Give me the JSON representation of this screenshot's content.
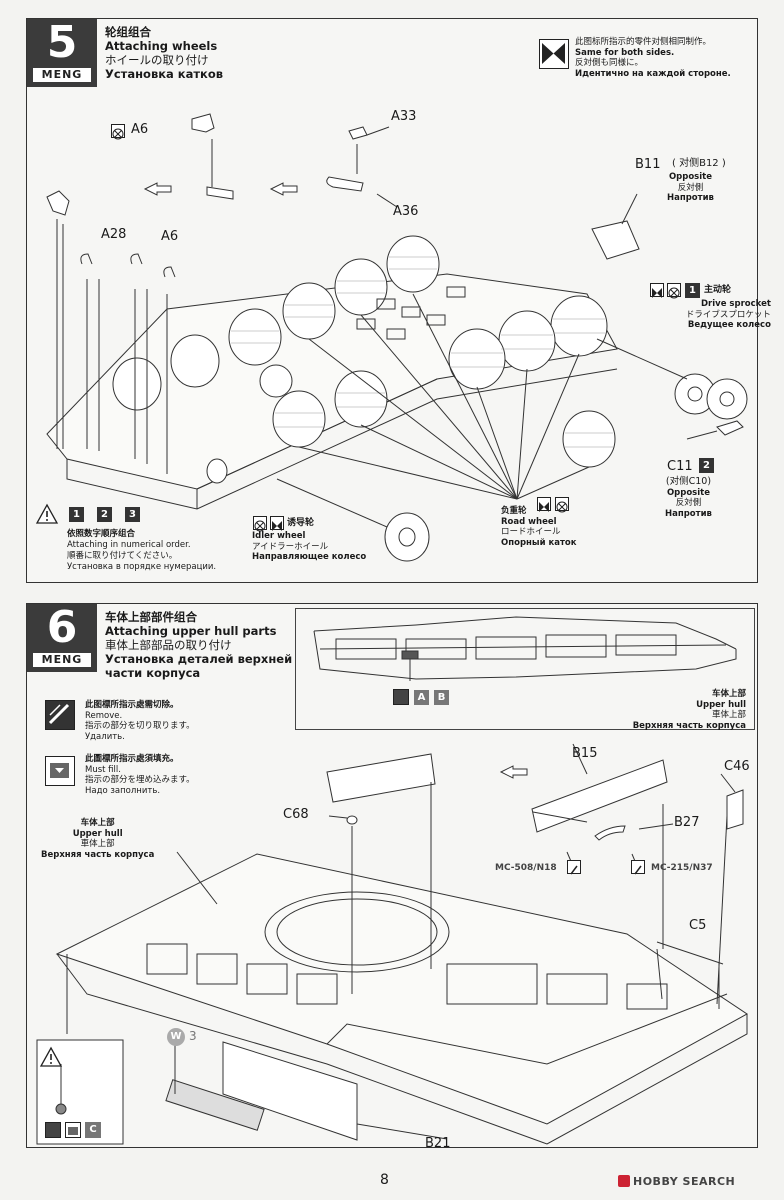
{
  "step5": {
    "number": "5",
    "brand": "MENG",
    "title_cn": "轮组组合",
    "title_en": "Attaching wheels",
    "title_ja": "ホイールの取り付け",
    "title_ru": "Установка катков",
    "same_sides": {
      "cn": "此图标所指示的零件对侧相同制作。",
      "en": "Same for both sides.",
      "ja": "反対側も同様に。",
      "ru": "Идентично на каждой стороне."
    },
    "parts": {
      "a6_top": "A6",
      "a33": "A33",
      "a36": "A36",
      "a28": "A28",
      "a6_mid": "A6",
      "b11": "B11",
      "b11_opposite": "( 对侧B12 )",
      "b11_opp_en": "Opposite",
      "b11_opp_ja": "反対側",
      "b11_opp_ru": "Напротив",
      "c11": "C11",
      "c11_box": "2",
      "c11_opposite": "(对侧C10)",
      "c11_opp_en": "Opposite",
      "c11_opp_ja": "反対側",
      "c11_opp_ru": "Напротив"
    },
    "drive_sprocket": {
      "box": "1",
      "cn": "主动轮",
      "en": "Drive sprocket",
      "ja": "ドライブスプロケット",
      "ru": "Ведущее колесо"
    },
    "road_wheel": {
      "cn": "负重轮",
      "en": "Road wheel",
      "ja": "ロードホイール",
      "ru": "Опорный каток"
    },
    "idler_wheel": {
      "cn": "诱导轮",
      "en": "Idler wheel",
      "ja": "アイドラーホイール",
      "ru": "Направляющее колесо"
    },
    "order_note": {
      "boxes": [
        "1",
        "2",
        "3"
      ],
      "cn": "依照数字顺序组合",
      "en": "Attaching in numerical order.",
      "ja": "順番に取り付けてください。",
      "ru": "Установка в порядке нумерации."
    }
  },
  "step6": {
    "number": "6",
    "brand": "MENG",
    "title_cn": "车体上部部件组合",
    "title_en": "Attaching upper hull parts",
    "title_ja": "車体上部部品の取り付け",
    "title_ru1": "Установка деталей верхней",
    "title_ru2": "части корпуса",
    "inset": {
      "boxes": [
        "A",
        "B"
      ],
      "cn": "车体上部",
      "en": "Upper hull",
      "ja": "車体上部",
      "ru": "Верхняя часть корпуса"
    },
    "remove_note": {
      "cn": "此图標所指示處需切除。",
      "en": "Remove.",
      "ja": "指示の部分を切り取ります。",
      "ru": "Удалить."
    },
    "fill_note": {
      "cn": "此圖標所指示處須填充。",
      "en": "Must fill.",
      "ja": "指示の部分を埋め込みます。",
      "ru": "Надо заполнить."
    },
    "upper_hull": {
      "cn": "车体上部",
      "en": "Upper hull",
      "ja": "車体上部",
      "ru": "Верхняя часть корпуса"
    },
    "parts": {
      "b15": "B15",
      "c46": "C46",
      "b27": "B27",
      "c68": "C68",
      "mc508": "MC-508/N18",
      "mc215": "MC-215/N37",
      "c5": "C5",
      "w3": "3",
      "b21": "B21",
      "c_box": "C"
    }
  },
  "page_number": "8",
  "watermark": "HOBBY SEARCH"
}
